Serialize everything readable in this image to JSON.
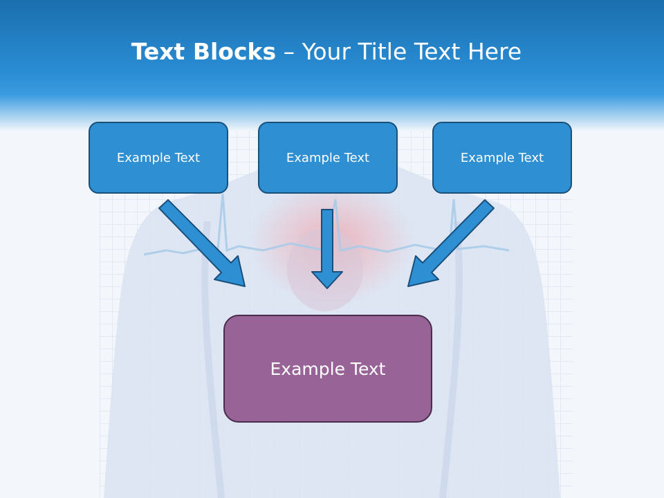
{
  "title": {
    "bold": "Text Blocks",
    "rest": " – Your Title Text Here"
  },
  "boxes": {
    "left": "Example Text",
    "center": "Example Text",
    "right": "Example Text",
    "bottom": "Example Text"
  },
  "colors": {
    "header": "#1f7fc6",
    "box_blue": "#2e8fd3",
    "box_purple": "#986397",
    "arrow": "#2e8fd3"
  }
}
